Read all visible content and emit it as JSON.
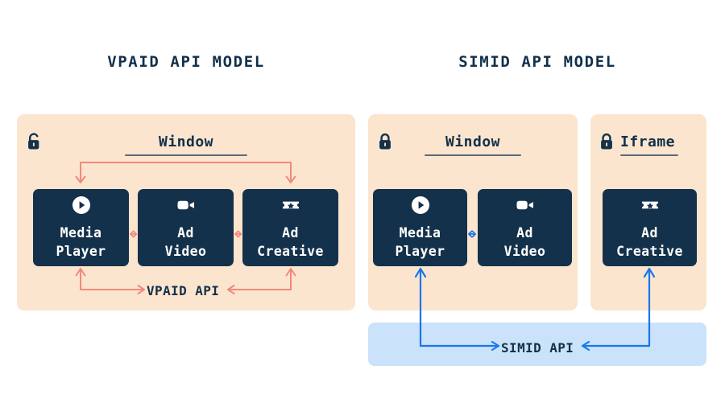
{
  "diagram": {
    "title_left": "VPAID API MODEL",
    "title_right": "SIMID API MODEL",
    "colors": {
      "panel_bg": "#fce5ce",
      "node_bg": "#13314b",
      "node_text": "#ffffff",
      "vpaid_arrow": "#f08a7d",
      "simid_arrow": "#1877ea",
      "simid_bar_bg": "#cbe2fb",
      "heading_text": "#12304a",
      "underline": "#5b6a78",
      "page_bg": "#ffffff"
    }
  },
  "vpaid_model": {
    "window_panel": {
      "lock_icon": "unlock-icon",
      "lock_state": "unlocked",
      "label": "Window"
    },
    "nodes": [
      {
        "id": "media-player",
        "icon": "play-circle-icon",
        "label": "Media\nPlayer"
      },
      {
        "id": "ad-video",
        "icon": "video-camera-icon",
        "label": "Ad\nVideo"
      },
      {
        "id": "ad-creative",
        "icon": "ticket-star-icon",
        "label": "Ad\nCreative"
      }
    ],
    "api_label": "VPAID API",
    "connections": [
      {
        "from": "window",
        "to": "media-player",
        "direction": "down"
      },
      {
        "from": "window",
        "to": "ad-creative",
        "direction": "down"
      },
      {
        "from": "media-player",
        "to": "ad-video",
        "direction": "bidirectional"
      },
      {
        "from": "ad-video",
        "to": "ad-creative",
        "direction": "bidirectional"
      },
      {
        "from": "vpaid-api",
        "to": "media-player",
        "direction": "up"
      },
      {
        "from": "vpaid-api",
        "to": "ad-creative",
        "direction": "up"
      }
    ]
  },
  "simid_model": {
    "window_panel": {
      "lock_icon": "lock-icon",
      "lock_state": "locked",
      "label": "Window"
    },
    "iframe_panel": {
      "lock_icon": "lock-icon",
      "lock_state": "locked",
      "label": "Iframe"
    },
    "window_nodes": [
      {
        "id": "media-player",
        "icon": "play-circle-icon",
        "label": "Media\nPlayer"
      },
      {
        "id": "ad-video",
        "icon": "video-camera-icon",
        "label": "Ad\nVideo"
      }
    ],
    "iframe_nodes": [
      {
        "id": "ad-creative",
        "icon": "ticket-star-icon",
        "label": "Ad\nCreative"
      }
    ],
    "api_label": "SIMID API",
    "connections": [
      {
        "from": "media-player",
        "to": "ad-video",
        "direction": "bidirectional"
      },
      {
        "from": "simid-api",
        "to": "media-player",
        "direction": "up"
      },
      {
        "from": "simid-api",
        "to": "ad-creative",
        "direction": "up"
      }
    ]
  }
}
